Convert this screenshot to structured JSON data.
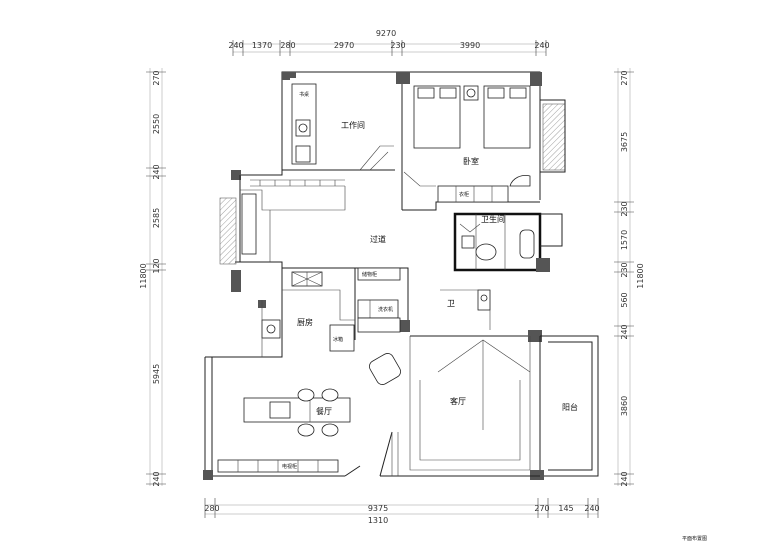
{
  "dimensions": {
    "top_total": "9270",
    "top": [
      "240",
      "1370",
      "280",
      "2970",
      "230",
      "3990",
      "240"
    ],
    "bottom_total": "1310",
    "bottom": [
      "280",
      "9375",
      "270",
      "145",
      "240"
    ],
    "left_total": "11800",
    "left": [
      "270",
      "2550",
      "240",
      "2585",
      "120",
      "5945",
      "240"
    ],
    "right_total": "11800",
    "right": [
      "270",
      "3675",
      "230",
      "1570",
      "230",
      "560",
      "240",
      "3860",
      "240"
    ]
  },
  "rooms": {
    "study": "工作间",
    "bedroom": "卧室",
    "corridor": "过道",
    "kitchen": "厨房",
    "bathroom": "卫生间",
    "living": "客厅",
    "balcony": "阳台",
    "toilet": "卫",
    "wardrobe": "衣柜",
    "cabinet": "储物柜",
    "dining": "餐厅",
    "fridge": "冰箱",
    "washer": "洗衣机",
    "desk": "书桌",
    "tv_cabinet": "电视柜"
  },
  "footer_note": "平面布置图"
}
